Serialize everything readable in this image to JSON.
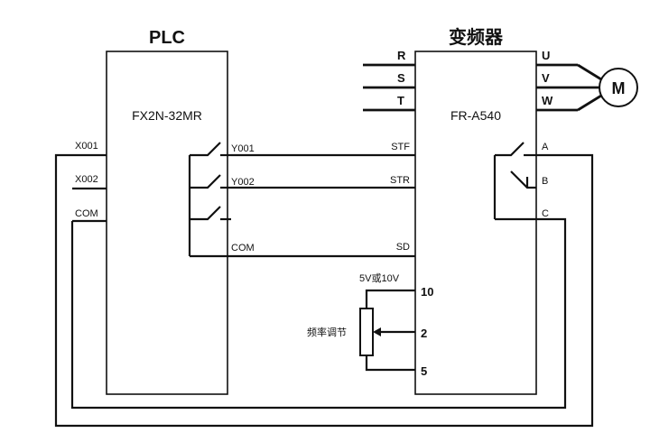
{
  "plc": {
    "title": "PLC",
    "model": "FX2N-32MR",
    "inputs": [
      "X001",
      "X002",
      "COM"
    ],
    "outputs": [
      "Y001",
      "Y002",
      "COM"
    ]
  },
  "inverter": {
    "title": "变频器",
    "model": "FR-A540",
    "power_inputs": [
      "R",
      "S",
      "T"
    ],
    "motor_outputs": [
      "U",
      "V",
      "W"
    ],
    "control_inputs": [
      "STF",
      "STR",
      "SD"
    ],
    "relay_outputs": [
      "A",
      "B",
      "C"
    ],
    "analog_terminals": [
      "10",
      "2",
      "5"
    ]
  },
  "motor": {
    "label": "M"
  },
  "potentiometer": {
    "label": "频率调节",
    "voltage_label": "5V或10V"
  }
}
